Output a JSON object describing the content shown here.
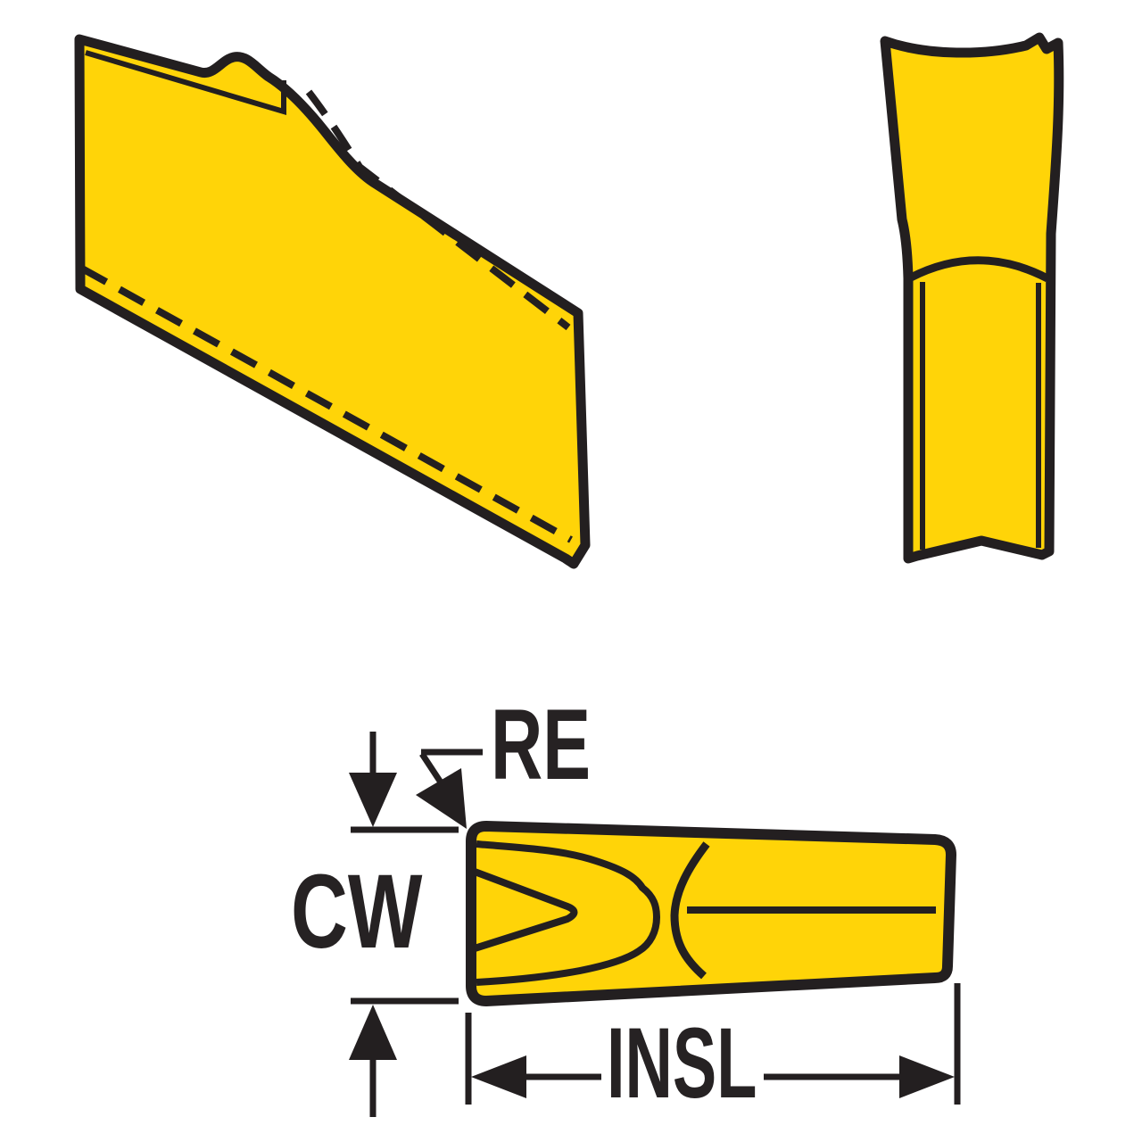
{
  "diagram": {
    "labels": {
      "re": "RE",
      "cw": "CW",
      "insl": "INSL"
    },
    "colors": {
      "insert_fill": "#FFD408",
      "line_color": "#231F20",
      "text_color": "#262223",
      "background": "#FFFFFF"
    }
  }
}
